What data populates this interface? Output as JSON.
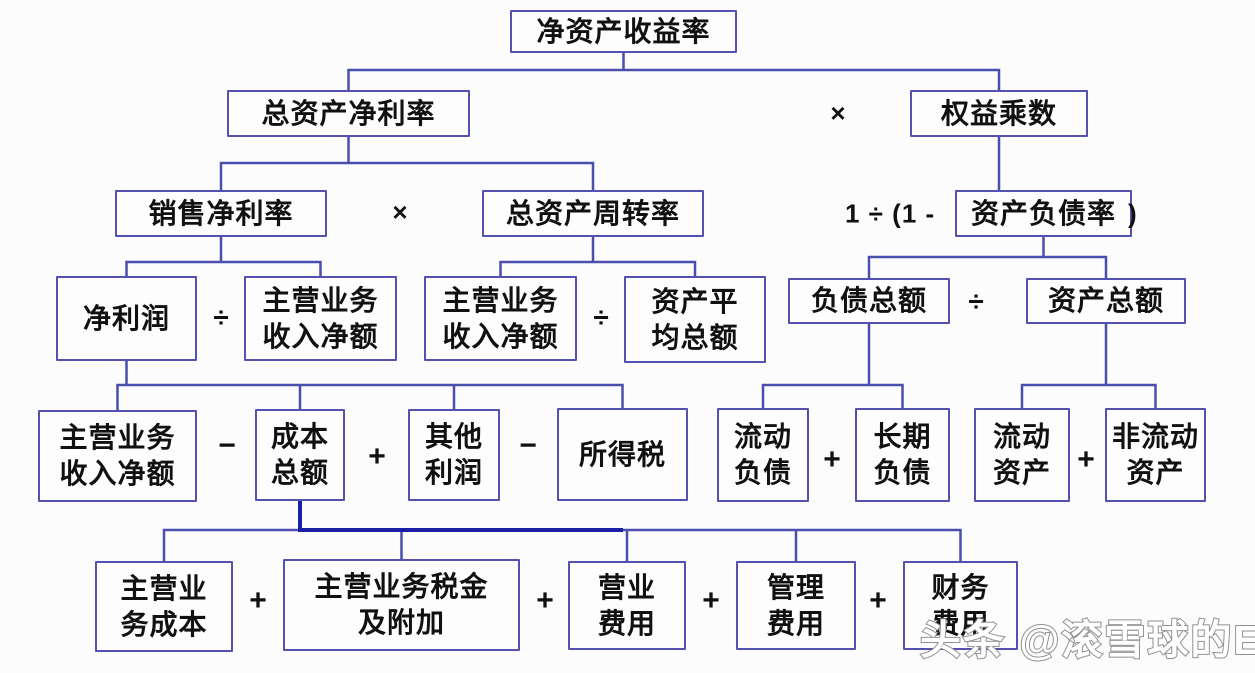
{
  "diagram": {
    "nodes": {
      "roe": "净资产收益率",
      "total_asset_net_margin": "总资产净利率",
      "equity_multiplier": "权益乘数",
      "sales_net_margin": "销售净利率",
      "total_asset_turnover": "总资产周转率",
      "debt_ratio": "资产负债率",
      "net_profit": "净利润",
      "main_revenue_1": "主营业务\n收入净额",
      "main_revenue_2": "主营业务\n收入净额",
      "avg_total_assets": "资产平\n均总额",
      "total_liabilities": "负债总额",
      "total_assets": "资产总额",
      "main_revenue_3": "主营业务\n收入净额",
      "total_cost": "成本\n总额",
      "other_profit": "其他\n利润",
      "income_tax": "所得税",
      "current_liabilities": "流动\n负债",
      "longterm_liabilities": "长期\n负债",
      "current_assets": "流动\n资产",
      "noncurrent_assets": "非流动\n资产",
      "main_business_cost": "主营业\n务成本",
      "tax_and_surcharge": "主营业务税金\n及附加",
      "operating_expense": "营业\n费用",
      "admin_expense": "管理\n费用",
      "financial_expense": "财务\n费用"
    },
    "operators": {
      "multiply": "×",
      "divide": "÷",
      "plus": "+",
      "minus": "−"
    },
    "formula": {
      "prefix": "1 ÷ (1 -",
      "suffix": ")"
    },
    "colors": {
      "box_border": "#5551b0",
      "connector": "#4a4fae",
      "connector_emphasis": "#1b1fa6",
      "text": "#111111"
    }
  },
  "watermark": {
    "text": "头条 @滚雪球的Eric"
  }
}
